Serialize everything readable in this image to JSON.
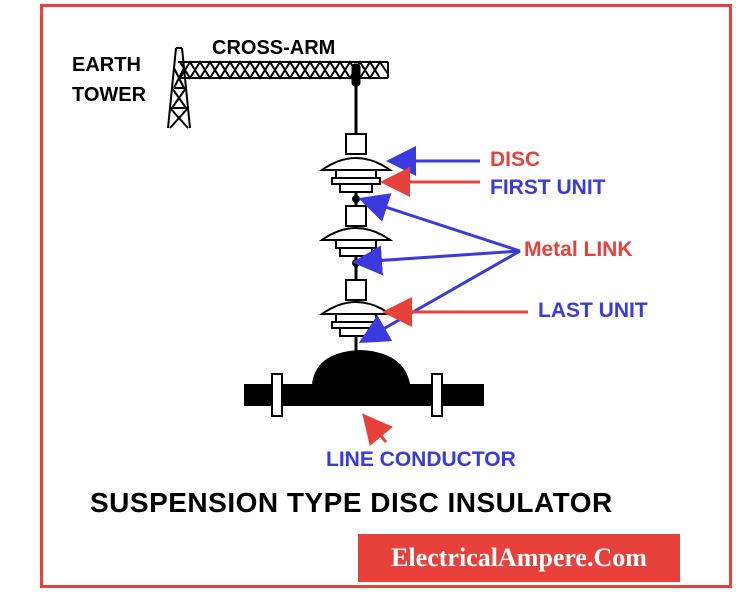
{
  "labels": {
    "earth": "EARTH",
    "tower": "TOWER",
    "cross_arm": "CROSS-ARM",
    "disc": "DISC",
    "first_unit": "FIRST UNIT",
    "metal_link": "Metal LINK",
    "last_unit": "LAST UNIT",
    "line_conductor": "LINE CONDUCTOR"
  },
  "title": "SUSPENSION TYPE DISC INSULATOR",
  "brand": "ElectricalAmpere.Com",
  "colors": {
    "frame": "#e8413c",
    "red_label": "#e8413c",
    "blue_label": "#3a3ae0",
    "brand_bg": "#e8413c"
  }
}
